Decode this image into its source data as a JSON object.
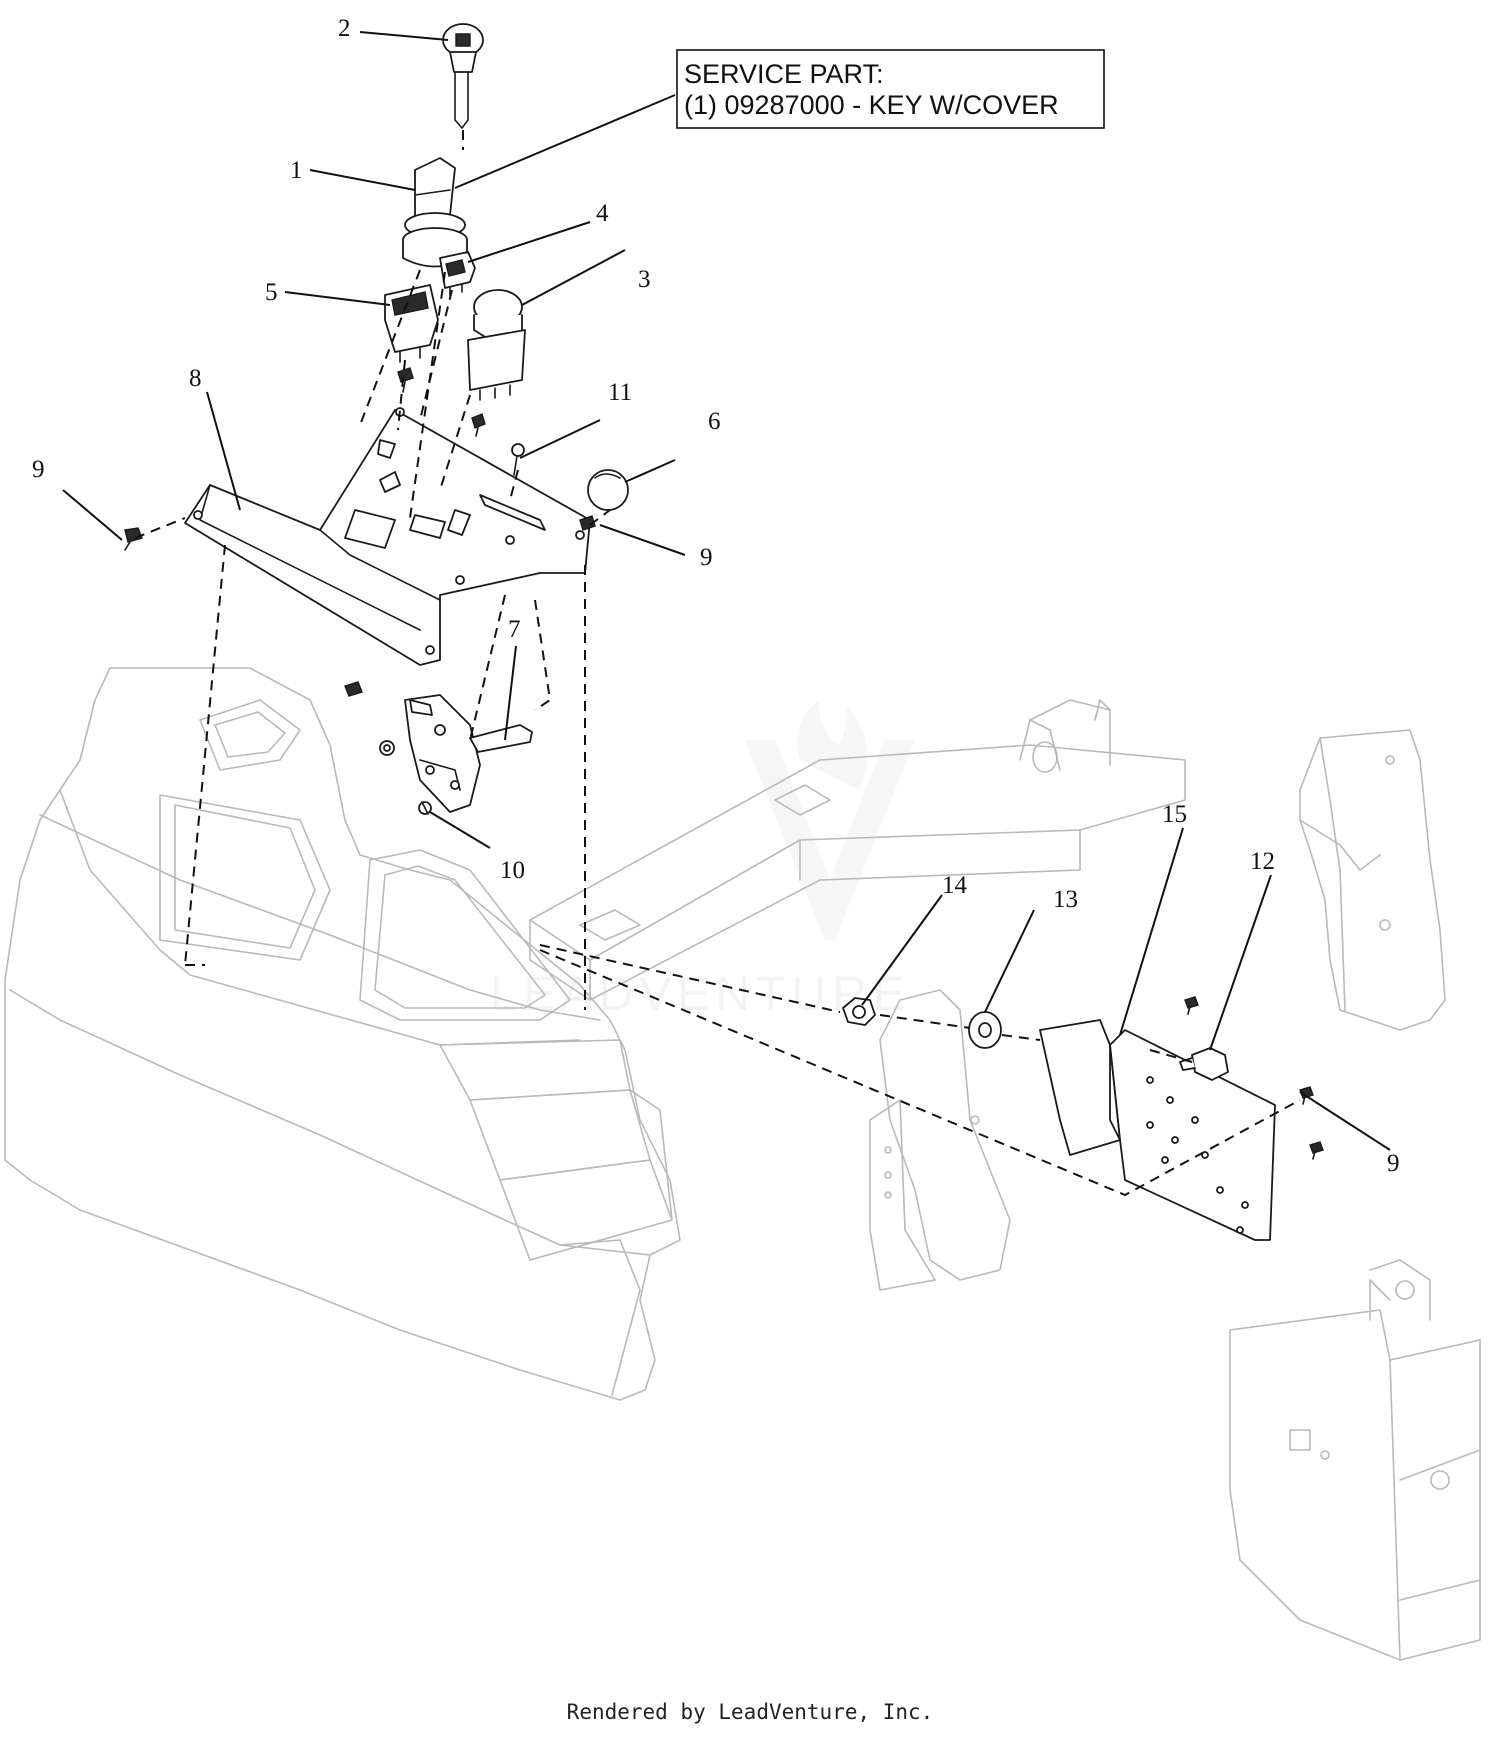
{
  "diagram": {
    "service_note": {
      "line1": "SERVICE PART:",
      "line2": "(1) 09287000 - KEY W/COVER"
    },
    "callouts": [
      "1",
      "2",
      "3",
      "4",
      "5",
      "6",
      "7",
      "8",
      "9",
      "9",
      "9",
      "10",
      "11",
      "12",
      "13",
      "14",
      "15"
    ],
    "watermark": "LEADVENTURE",
    "footer": "Rendered by LeadVenture, Inc."
  }
}
